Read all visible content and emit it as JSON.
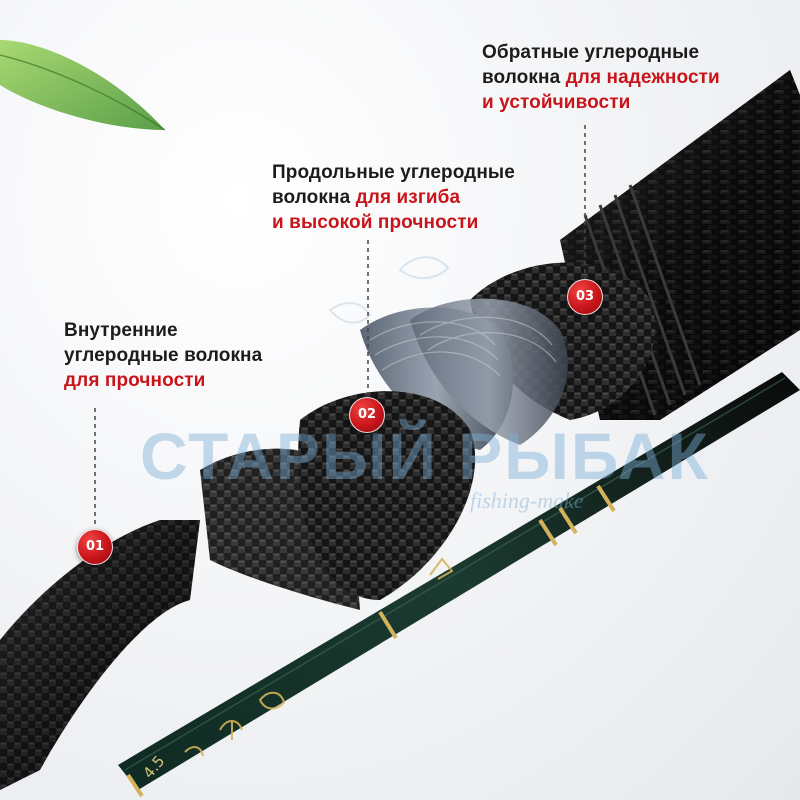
{
  "callouts": [
    {
      "id": "01",
      "line1": "Внутренние",
      "line2": "углеродные волокна",
      "highlight": "для прочности"
    },
    {
      "id": "02",
      "line1": "Продольные углеродные",
      "line2_plain": "волокна ",
      "line2_hl": "для изгиба",
      "line3": "и высокой прочности"
    },
    {
      "id": "03",
      "line1": "Обратные углеродные",
      "line2_plain": "волокна ",
      "line2_hl": "для надежности",
      "line3": "и устойчивости"
    }
  ],
  "watermark": {
    "text": "СТАРЫЙ РЫБАК",
    "sub": "fishing-make"
  },
  "rod_marking": "4.5",
  "colors": {
    "accent": "#c8151b",
    "text": "#1c1c1c",
    "badge": "#c8151b",
    "rod_gold": "#d4b25a"
  },
  "icons": [
    "leaf-icon",
    "fish-logo-icon"
  ]
}
